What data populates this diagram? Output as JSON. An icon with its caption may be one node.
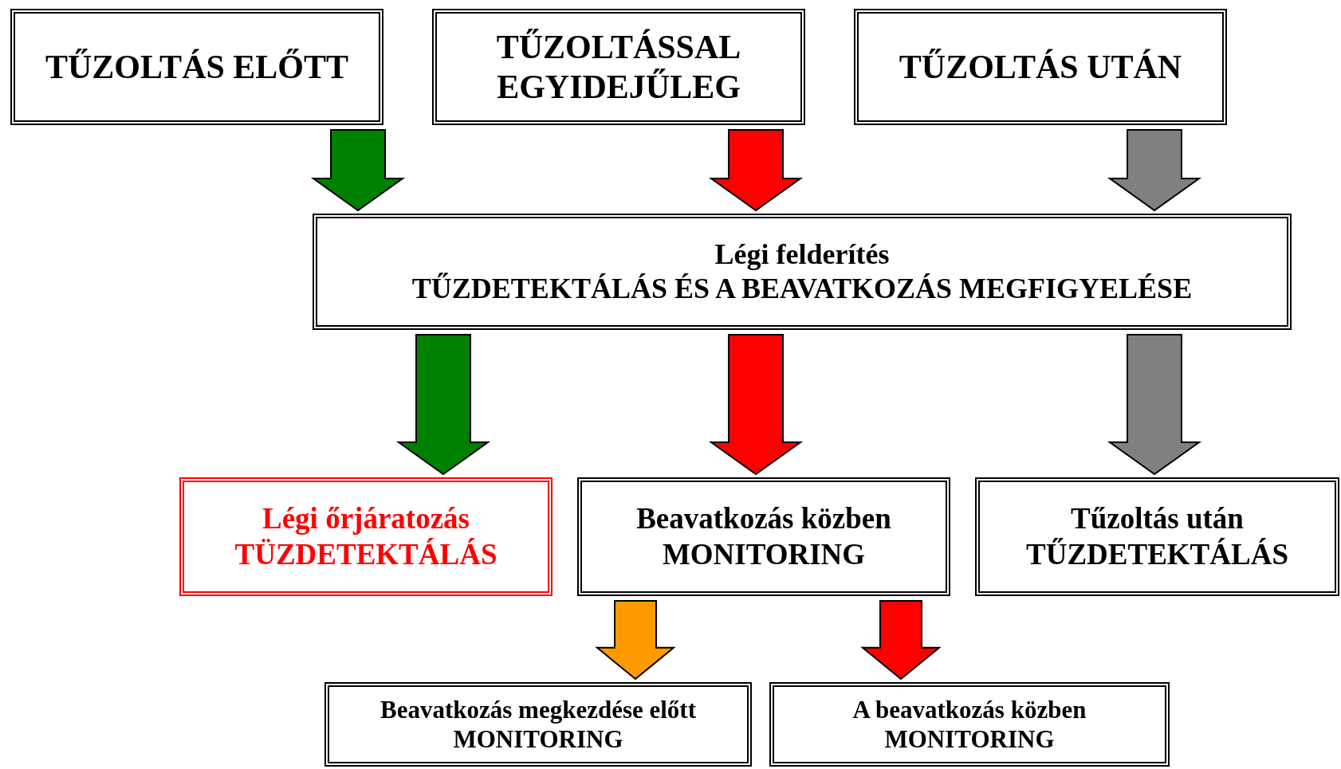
{
  "diagram": {
    "nodes": [
      {
        "text": [
          "TŰZOLTÁS ELŐTT"
        ]
      },
      {
        "text": [
          "TŰZOLTÁSSAL EGYIDEJŰLEG"
        ]
      },
      {
        "text": [
          "TŰZOLTÁS UTÁN"
        ]
      },
      {
        "text": [
          "Légi felderítés",
          "TŰZDETEKTÁLÁS ÉS A BEAVATKOZÁS MEGFIGYELÉSE"
        ]
      },
      {
        "text": [
          "Légi őrjáratozás",
          "TÜZDETEKTÁLÁS"
        ]
      },
      {
        "text": [
          "Beavatkozás közben",
          "MONITORING"
        ]
      },
      {
        "text": [
          "Tűzoltás után",
          "TŰZDETEKTÁLÁS"
        ]
      },
      {
        "text": [
          "Beavatkozás megkezdése előtt",
          "MONITORING"
        ]
      },
      {
        "text": [
          "A beavatkozás közben",
          "MONITORING"
        ]
      }
    ],
    "edges": [
      {
        "from": 0,
        "to": 3,
        "arrow": "to",
        "style": "thick",
        "color": "#008000"
      },
      {
        "from": 1,
        "to": 3,
        "arrow": "to",
        "style": "thick",
        "color": "#ff0000"
      },
      {
        "from": 2,
        "to": 3,
        "arrow": "to",
        "style": "thick",
        "color": "#808080"
      },
      {
        "from": 3,
        "to": 4,
        "arrow": "to",
        "style": "thick",
        "color": "#008000"
      },
      {
        "from": 3,
        "to": 5,
        "arrow": "to",
        "style": "thick",
        "color": "#ff0000"
      },
      {
        "from": 3,
        "to": 6,
        "arrow": "to",
        "style": "thick",
        "color": "#808080"
      },
      {
        "from": 5,
        "to": 7,
        "arrow": "to",
        "style": "thick",
        "color": "#ff9900"
      },
      {
        "from": 5,
        "to": 8,
        "arrow": "to",
        "style": "thick",
        "color": "#ff0000"
      }
    ]
  }
}
